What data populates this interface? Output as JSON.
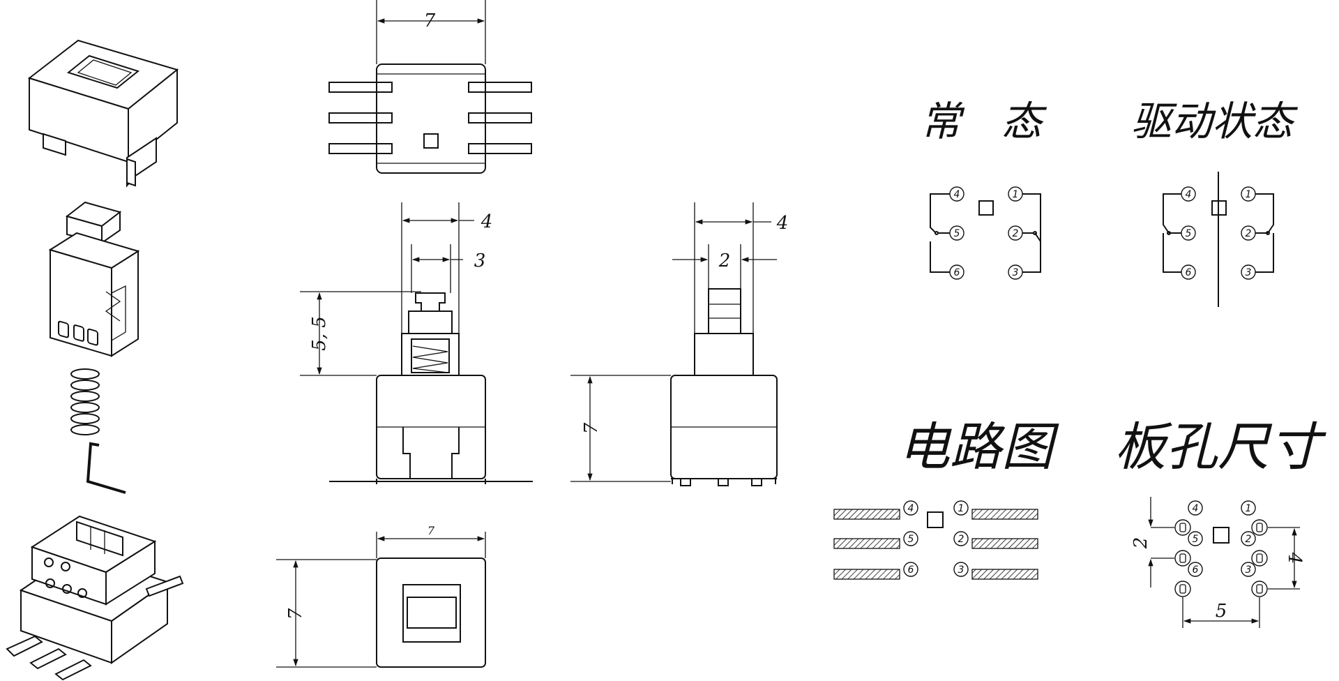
{
  "titles": {
    "normal_state": "常　态",
    "driven_state": "驱动状态",
    "circuit": "电路图",
    "board_hole": "板孔尺寸"
  },
  "dimensions": {
    "top_width": "7",
    "front_stem_outer": "4",
    "front_stem_inner": "3",
    "front_stem_height": "5, 5",
    "side_stem_outer": "4",
    "side_stem_inner": "2",
    "body_height": "7",
    "bottom_width": "7",
    "bottom_height": "7",
    "hole_pitch_y": "2",
    "hole_span_y": "4",
    "hole_span_x": "5"
  },
  "pins": [
    "1",
    "2",
    "3",
    "4",
    "5",
    "6"
  ]
}
